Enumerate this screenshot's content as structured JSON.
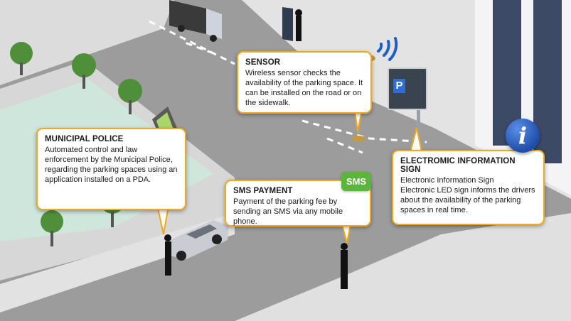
{
  "sensor": {
    "title": "SENSOR",
    "body": "Wireless sensor checks the availability of the parking space. It can be installed on the road or on the sidewalk."
  },
  "police": {
    "title": "MUNICIPAL POLICE",
    "body": "Automated control and law enforcement by the Municipal Police, regarding the parking spaces using an application installed on a PDA."
  },
  "sms": {
    "title": "SMS PAYMENT",
    "body": "Payment of the parking fee by sending an SMS via any mobile phone.",
    "badge": "SMS"
  },
  "info": {
    "title": "ELECTROMIC INFORMATION SIGN",
    "line1": "Electronic Information Sign",
    "line2": "Electronic LED sign informs the drivers about the availability of the parking spaces in real time.",
    "icon_letter": "i"
  },
  "parking_sign_letter": "P",
  "colors": {
    "callout_border": "#f0a81c",
    "sms_badge": "#5bb53c",
    "info_icon": "#2b5fc0",
    "road": "#9a9a9a",
    "sidewalk": "#d9d9d9",
    "grass": "#cfe6dc"
  }
}
